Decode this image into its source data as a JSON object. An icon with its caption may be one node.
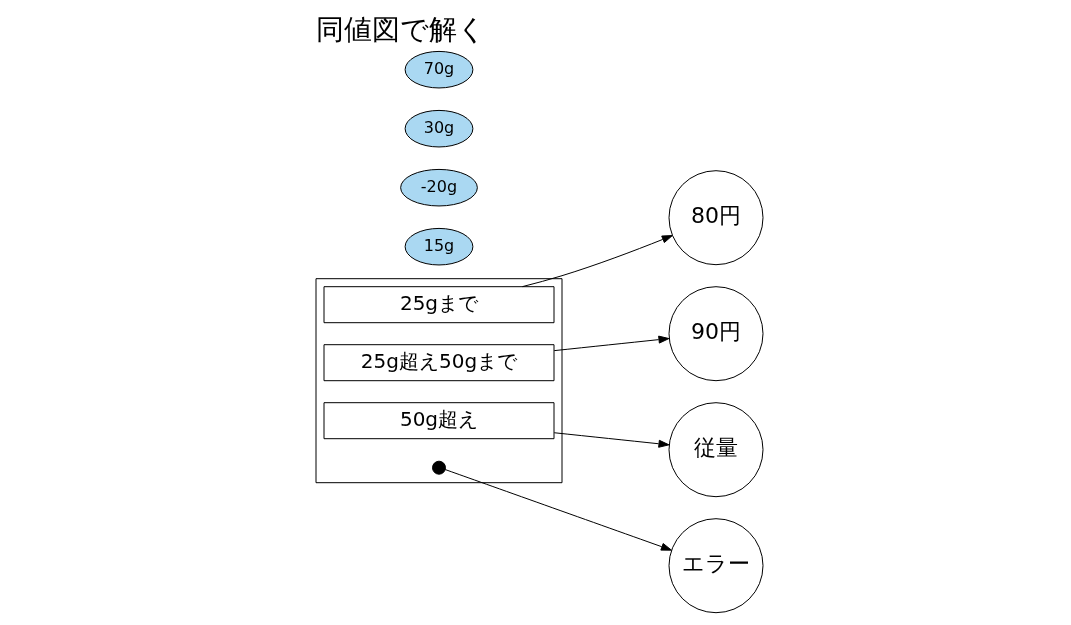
{
  "diagram": {
    "title": "同値図で解く",
    "nodes": [
      {
        "text": [],
        "shape": "box"
      },
      {
        "text": [
          "25gまで"
        ],
        "in": 0
      },
      {
        "text": [
          "25g超え50gまで"
        ],
        "in": 0
      },
      {
        "text": [
          "50g超え"
        ],
        "in": 0
      },
      {
        "text": [],
        "shape": "circle",
        "in": 0
      },
      {
        "text": [
          "80円"
        ]
      },
      {
        "text": [
          "90円"
        ]
      },
      {
        "text": [
          "従量"
        ]
      },
      {
        "text": [
          "エラー"
        ]
      },
      {
        "text": [
          "15g"
        ]
      },
      {
        "text": [
          "-20g"
        ]
      },
      {
        "text": [
          "30g"
        ]
      },
      {
        "text": [
          "70g"
        ]
      }
    ],
    "edges": [
      {
        "from": 1,
        "to": 5,
        "arrow": "to"
      },
      {
        "from": 2,
        "to": 6,
        "arrow": "to"
      },
      {
        "from": 3,
        "to": 7,
        "arrow": "to"
      },
      {
        "from": 4,
        "to": 8,
        "arrow": "to"
      }
    ]
  }
}
